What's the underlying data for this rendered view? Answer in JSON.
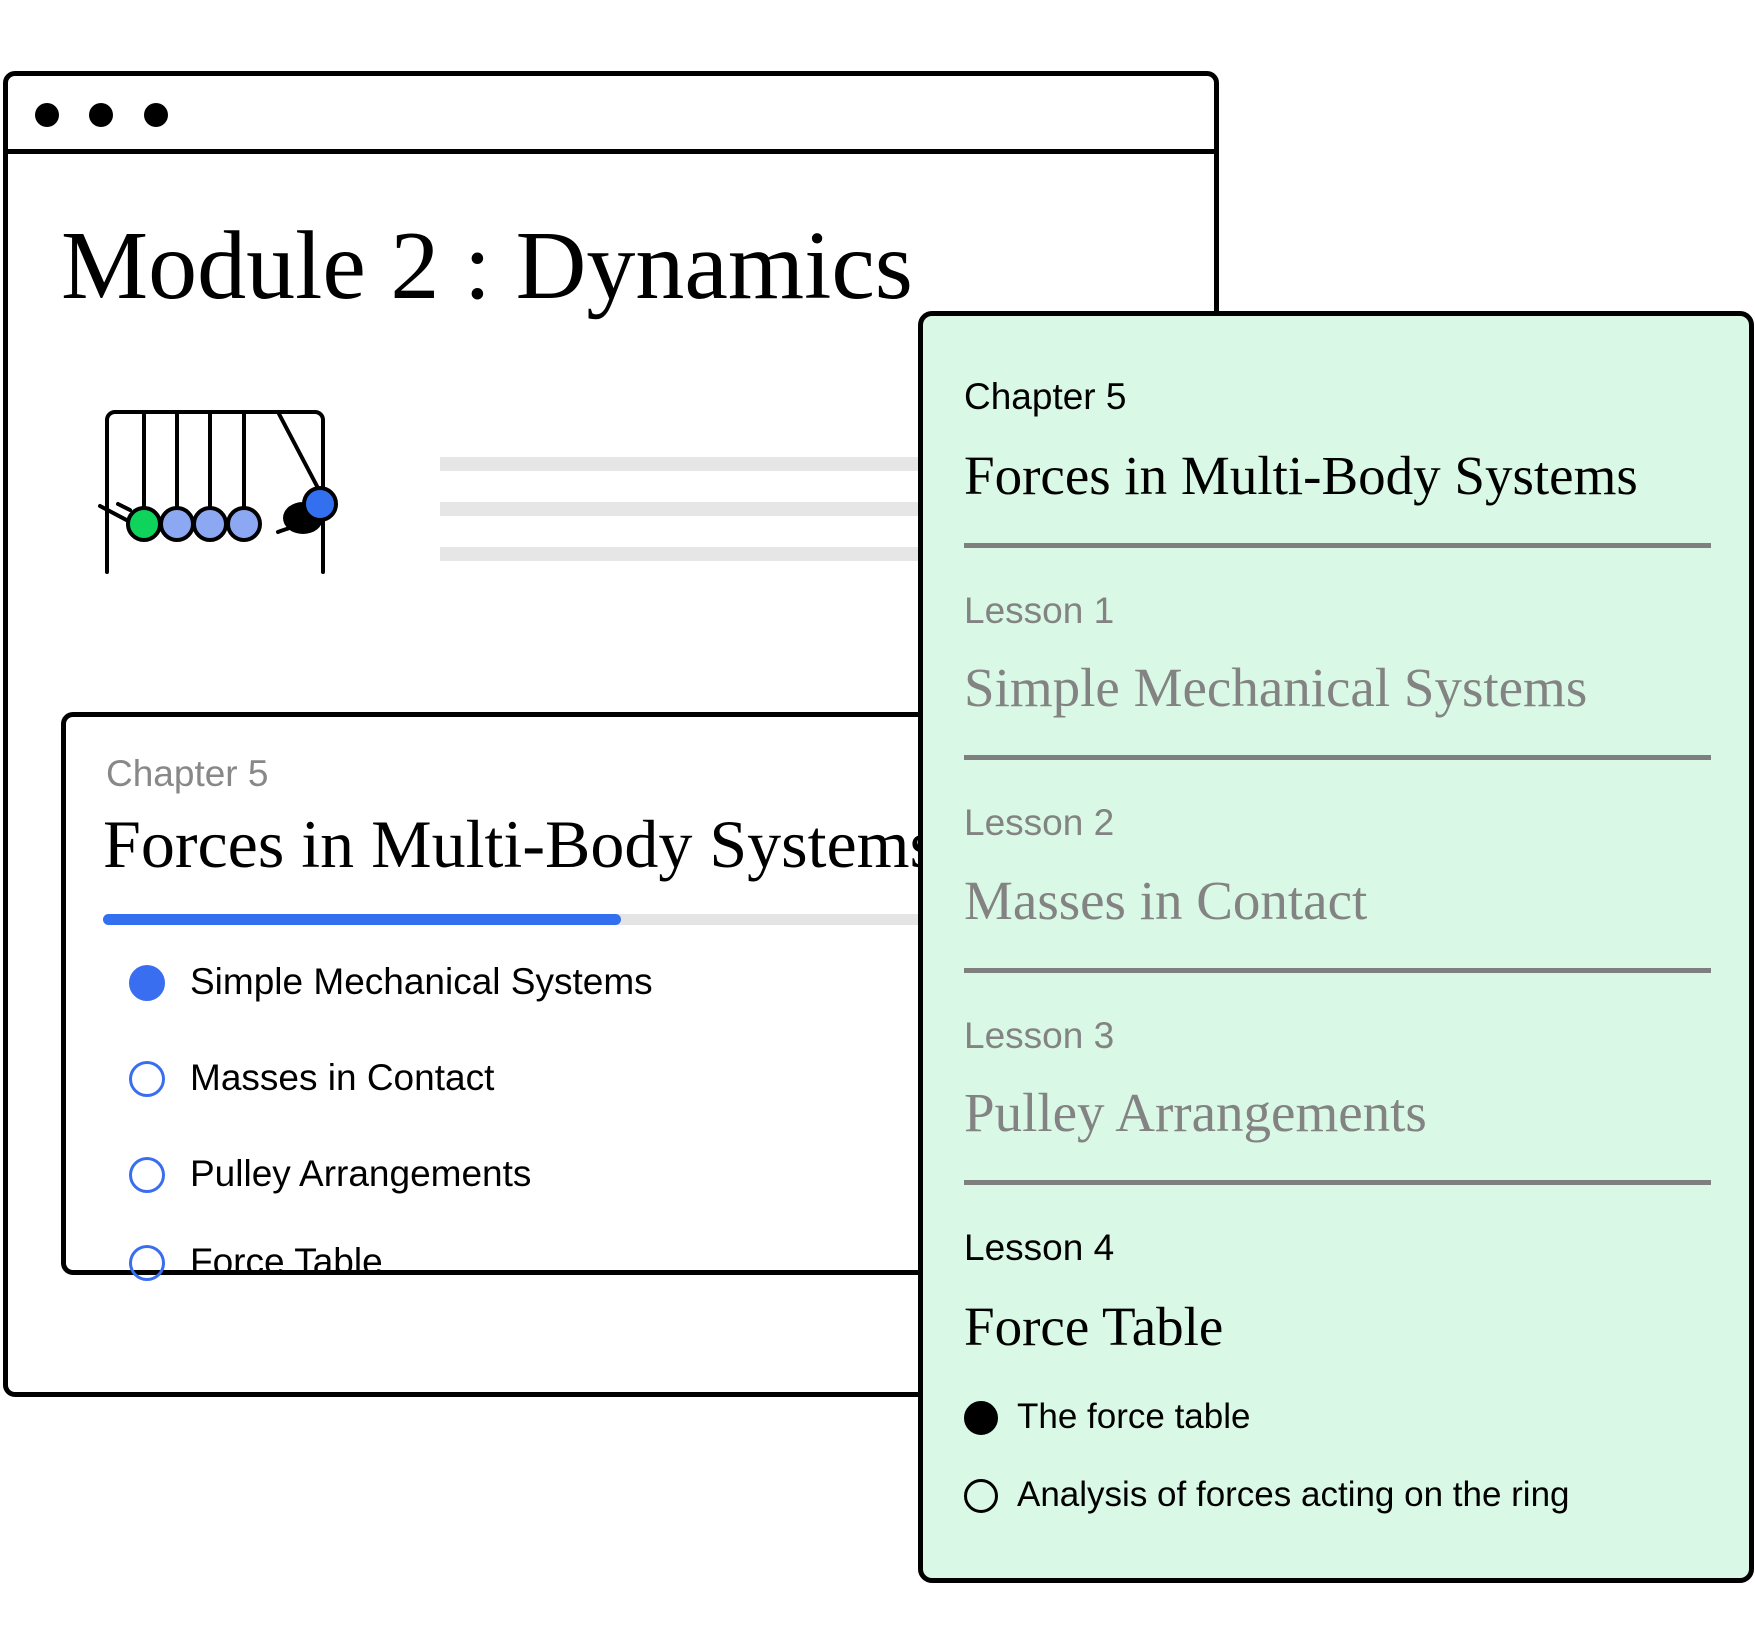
{
  "window": {
    "title": "Module 2 : Dynamics",
    "controls": [
      "dot",
      "dot",
      "dot"
    ]
  },
  "illustration": {
    "icon": "newtons-cradle-icon",
    "ball_colors": {
      "first": "#0fd45c",
      "middle": "#8ca8f2",
      "swinging": "#3370f0"
    }
  },
  "card": {
    "chapter_label": "Chapter 5",
    "chapter_title": "Forces in Multi-Body Systems",
    "progress_percent": 54,
    "lessons": [
      {
        "title": "Simple Mechanical Systems",
        "done": true
      },
      {
        "title": "Masses in Contact",
        "done": false
      },
      {
        "title": "Pulley Arrangements",
        "done": false
      },
      {
        "title": "Force Table",
        "done": false
      }
    ]
  },
  "panel": {
    "chapter_label": "Chapter 5",
    "chapter_title": "Forces in Multi-Body Systems",
    "lessons": [
      {
        "label": "Lesson 1",
        "title": "Simple Mechanical Systems"
      },
      {
        "label": "Lesson 2",
        "title": "Masses in Contact"
      },
      {
        "label": "Lesson 3",
        "title": "Pulley Arrangements"
      },
      {
        "label": "Lesson 4",
        "title": "Force Table"
      }
    ],
    "topics": [
      {
        "title": "The force table",
        "done": true
      },
      {
        "title": "Analysis of forces acting on the ring",
        "done": false
      }
    ],
    "background": "#d9f8e5"
  },
  "colors": {
    "accent": "#3370f0",
    "muted": "#838383"
  }
}
